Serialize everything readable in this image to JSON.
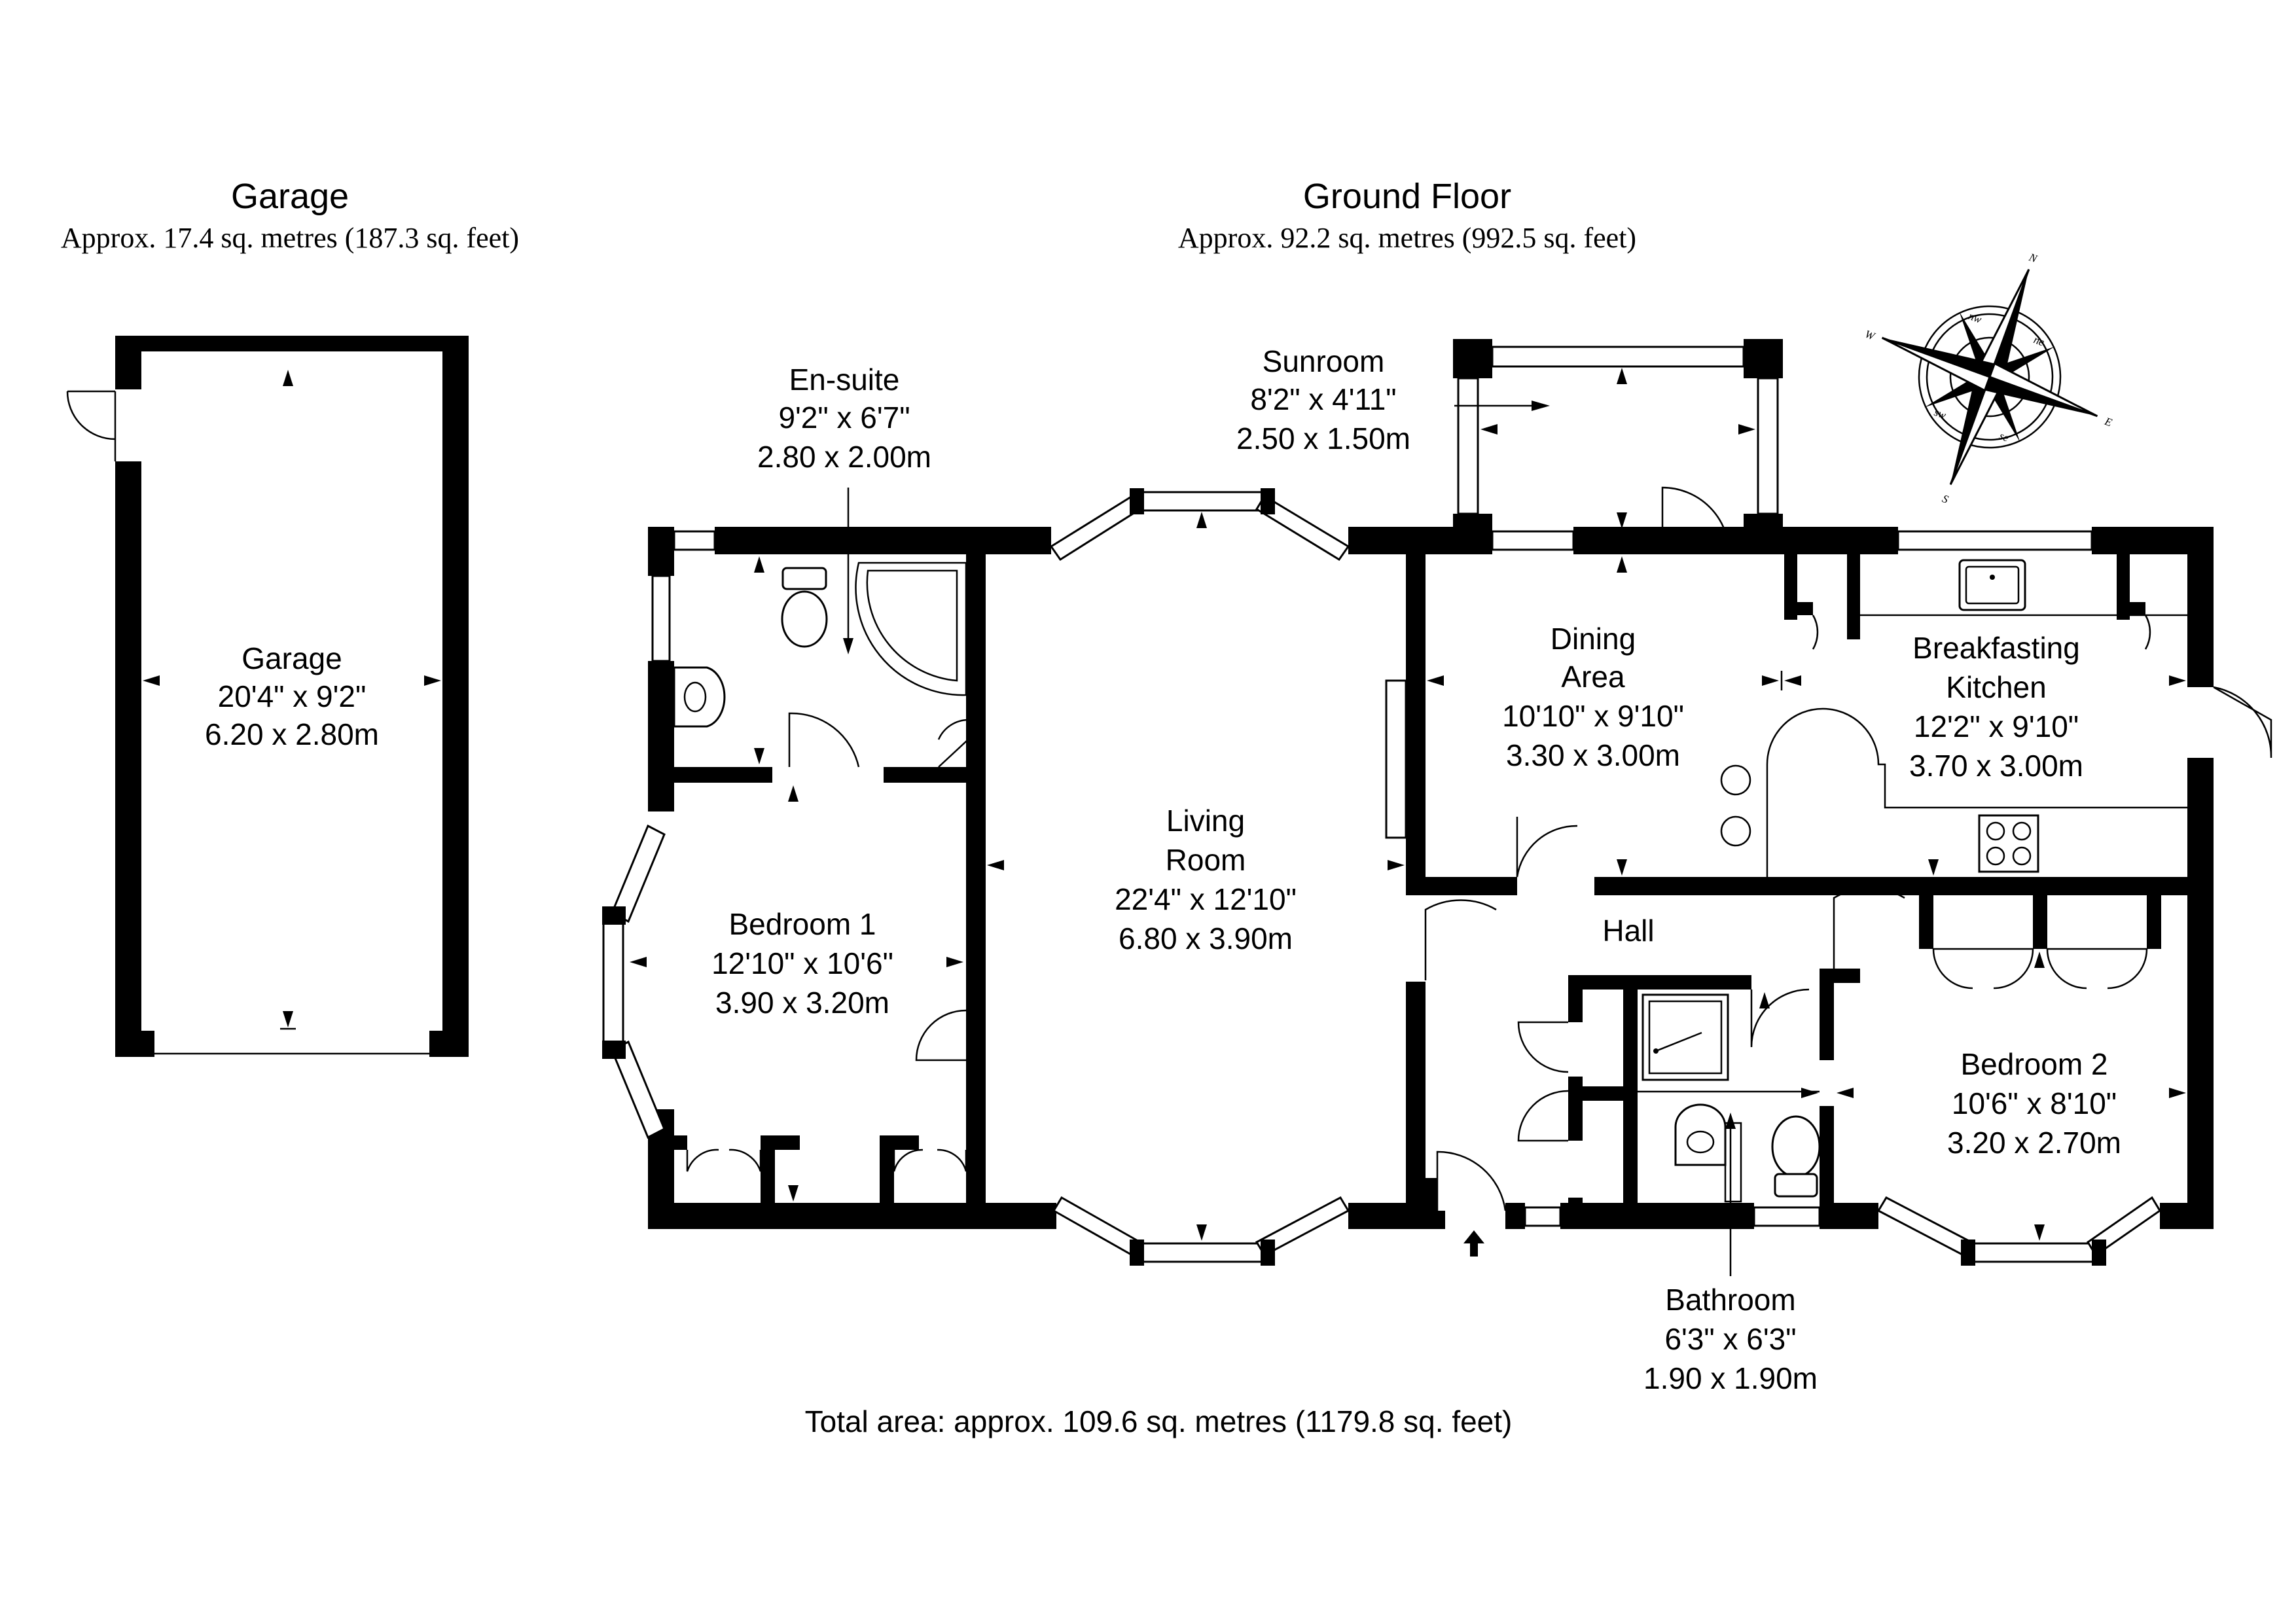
{
  "headers": {
    "garage": {
      "title": "Garage",
      "area": "Approx. 17.4 sq. metres (187.3 sq. feet)"
    },
    "ground_floor": {
      "title": "Ground Floor",
      "area": "Approx. 92.2 sq. metres (992.5 sq. feet)"
    }
  },
  "rooms": {
    "garage": {
      "name": [
        "Garage"
      ],
      "imperial": "20'4\" x 9'2\"",
      "metric": "6.20 x 2.80m"
    },
    "en_suite": {
      "name": [
        "En-suite"
      ],
      "imperial": "9'2\" x 6'7\"",
      "metric": "2.80 x 2.00m"
    },
    "sunroom": {
      "name": [
        "Sunroom"
      ],
      "imperial": "8'2\" x 4'11\"",
      "metric": "2.50 x 1.50m"
    },
    "dining_area": {
      "name": [
        "Dining",
        "Area"
      ],
      "imperial": "10'10\" x 9'10\"",
      "metric": "3.30 x 3.00m"
    },
    "breakfasting_kitchen": {
      "name": [
        "Breakfasting",
        "Kitchen"
      ],
      "imperial": "12'2\" x 9'10\"",
      "metric": "3.70 x 3.00m"
    },
    "living_room": {
      "name": [
        "Living",
        "Room"
      ],
      "imperial": "22'4\" x 12'10\"",
      "metric": "6.80 x 3.90m"
    },
    "bedroom_1": {
      "name": [
        "Bedroom 1"
      ],
      "imperial": "12'10\" x 10'6\"",
      "metric": "3.90 x 3.20m"
    },
    "hall": {
      "name": [
        "Hall"
      ]
    },
    "bedroom_2": {
      "name": [
        "Bedroom 2"
      ],
      "imperial": "10'6\" x 8'10\"",
      "metric": "3.20 x 2.70m"
    },
    "bathroom": {
      "name": [
        "Bathroom"
      ],
      "imperial": "6'3\" x 6'3\"",
      "metric": "1.90 x 1.90m"
    }
  },
  "total_area": "Total area: approx. 109.6 sq. metres (1179.8 sq. feet)",
  "compass": {
    "icon": "compass-rose-icon",
    "points": {
      "north": "N",
      "east": "E",
      "south": "S",
      "west": "W"
    },
    "ring_labels": [
      "nw",
      "ne",
      "se",
      "sw"
    ]
  }
}
